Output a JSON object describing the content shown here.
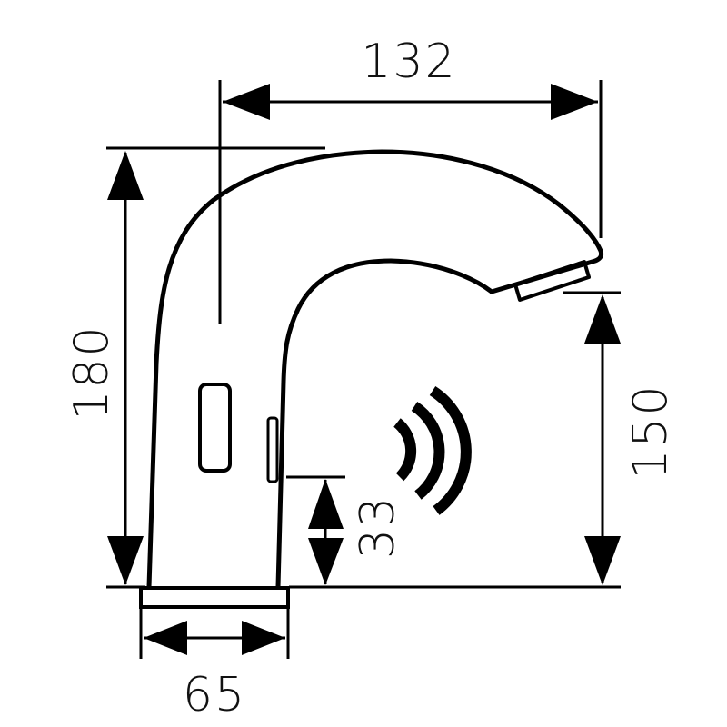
{
  "drawing": {
    "subject": "sensor faucet",
    "line_color": "#000000",
    "background": "#ffffff",
    "dimensions": {
      "spout_reach": {
        "label": "132",
        "orientation": "horizontal"
      },
      "total_height": {
        "label": "180",
        "orientation": "vertical"
      },
      "spout_outlet_height": {
        "label": "150",
        "orientation": "vertical"
      },
      "sensor_height": {
        "label": "33",
        "orientation": "vertical"
      },
      "base_width": {
        "label": "65",
        "orientation": "horizontal"
      }
    },
    "icons": {
      "sensor_waves": "sensor-waves-icon",
      "sensor_window": "sensor-window",
      "aerator": "aerator"
    }
  }
}
